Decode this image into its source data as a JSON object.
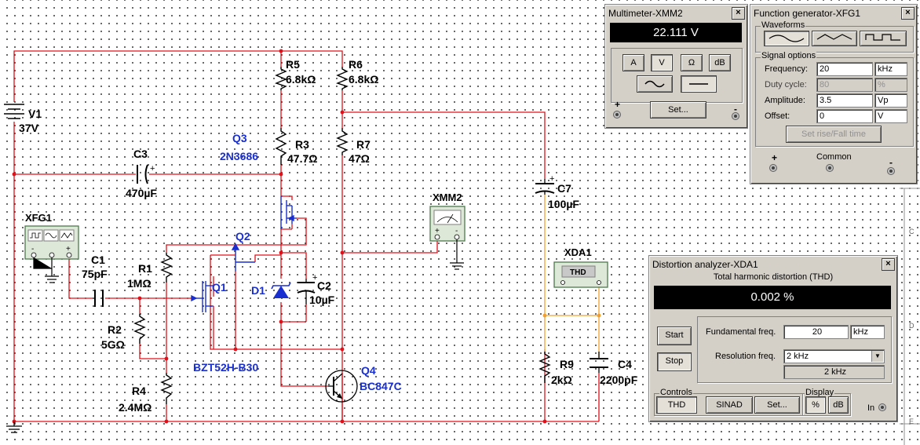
{
  "schematic": {
    "v1": {
      "name": "V1",
      "value": "37V"
    },
    "r5": {
      "name": "R5",
      "value": "6.8kΩ"
    },
    "r6": {
      "name": "R6",
      "value": "6.8kΩ"
    },
    "q3": {
      "name": "Q3",
      "part": "2N3686"
    },
    "r3": {
      "name": "R3",
      "value": "47.7Ω"
    },
    "r7": {
      "name": "R7",
      "value": "47Ω"
    },
    "c3": {
      "name": "C3",
      "value": "470µF"
    },
    "xfg1": {
      "name": "XFG1"
    },
    "q2": {
      "name": "Q2"
    },
    "c1": {
      "name": "C1",
      "value": "75pF"
    },
    "r1": {
      "name": "R1",
      "value": "1MΩ"
    },
    "q1": {
      "name": "Q1"
    },
    "d1": {
      "name": "D1",
      "part": "BZT52H-B30"
    },
    "c2": {
      "name": "C2",
      "value": "10µF"
    },
    "r2": {
      "name": "R2",
      "value": "5GΩ"
    },
    "r4": {
      "name": "R4",
      "value": "2.4MΩ"
    },
    "q4": {
      "name": "Q4",
      "part": "BC847C"
    },
    "xmm2": {
      "name": "XMM2"
    },
    "c7": {
      "name": "C7",
      "value": "100µF"
    },
    "xda1": {
      "name": "XDA1",
      "display": "THD"
    },
    "r9": {
      "name": "R9",
      "value": "2kΩ"
    },
    "c4": {
      "name": "C4",
      "value": "2200pF"
    }
  },
  "multimeter": {
    "title": "Multimeter-XMM2",
    "reading": "22.111 V",
    "mode_buttons": [
      "A",
      "V",
      "Ω",
      "dB"
    ],
    "selected_mode": "V",
    "set_label": "Set...",
    "plus": "+",
    "minus": "-"
  },
  "function_generator": {
    "title": "Function generator-XFG1",
    "waveforms_label": "Waveforms",
    "signal_options_label": "Signal options",
    "frequency": {
      "label": "Frequency:",
      "value": "20",
      "unit": "kHz"
    },
    "duty_cycle": {
      "label": "Duty cycle:",
      "value": "80",
      "unit": "%"
    },
    "amplitude": {
      "label": "Amplitude:",
      "value": "3.5",
      "unit": "Vp"
    },
    "offset": {
      "label": "Offset:",
      "value": "0",
      "unit": "V"
    },
    "rise_fall_label": "Set rise/Fall time",
    "plus": "+",
    "common_label": "Common",
    "minus": "-"
  },
  "distortion_analyzer": {
    "title": "Distortion analyzer-XDA1",
    "subtitle": "Total harmonic distortion (THD)",
    "reading": "0.002 %",
    "start_label": "Start",
    "stop_label": "Stop",
    "fundamental": {
      "label": "Fundamental freq.",
      "value": "20",
      "unit": "kHz"
    },
    "resolution": {
      "label": "Resolution freq.",
      "value": "2 kHz",
      "readout": "2 kHz"
    },
    "controls_label": "Controls",
    "thd_label": "THD",
    "sinad_label": "SINAD",
    "set_label": "Set...",
    "display_label": "Display",
    "pct_label": "%",
    "db_label": "dB",
    "in_label": "In"
  },
  "edge_labels": [
    "C",
    "D",
    "E"
  ]
}
